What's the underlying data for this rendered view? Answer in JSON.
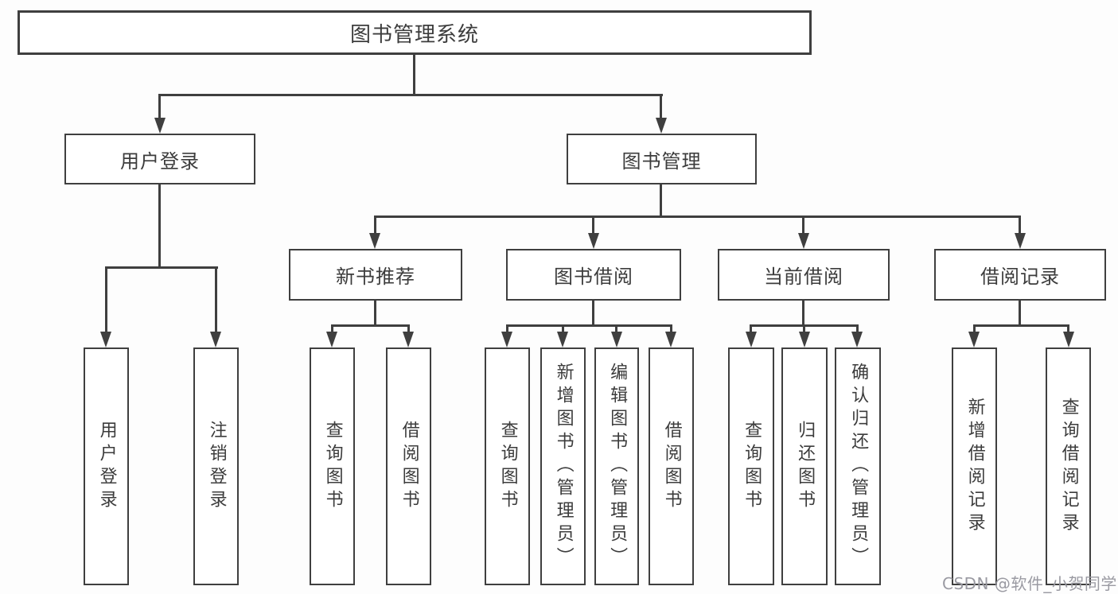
{
  "diagram_title": "图书管理系统",
  "tree": {
    "label": "图书管理系统",
    "children": [
      {
        "label": "用户登录",
        "children": [
          {
            "label": "用户登录"
          },
          {
            "label": "注销登录"
          }
        ]
      },
      {
        "label": "图书管理",
        "children": [
          {
            "label": "新书推荐",
            "children": [
              {
                "label": "查询图书"
              },
              {
                "label": "借阅图书"
              }
            ]
          },
          {
            "label": "图书借阅",
            "children": [
              {
                "label": "查询图书"
              },
              {
                "label": "新增图书（管理员）"
              },
              {
                "label": "编辑图书（管理员）"
              },
              {
                "label": "借阅图书"
              }
            ]
          },
          {
            "label": "当前借阅",
            "children": [
              {
                "label": "查询图书"
              },
              {
                "label": "归还图书"
              },
              {
                "label": "确认归还（管理员）"
              }
            ]
          },
          {
            "label": "借阅记录",
            "children": [
              {
                "label": "新增借阅记录"
              },
              {
                "label": "查询借阅记录"
              }
            ]
          }
        ]
      }
    ]
  },
  "watermark": "CSDN @软件_小贺同学",
  "colors": {
    "line": "#3f3f3f",
    "text": "#3c3c3c",
    "box_background": "#ffffff",
    "page_background": "#fdfdfd",
    "watermark": "#9a9aa2"
  }
}
